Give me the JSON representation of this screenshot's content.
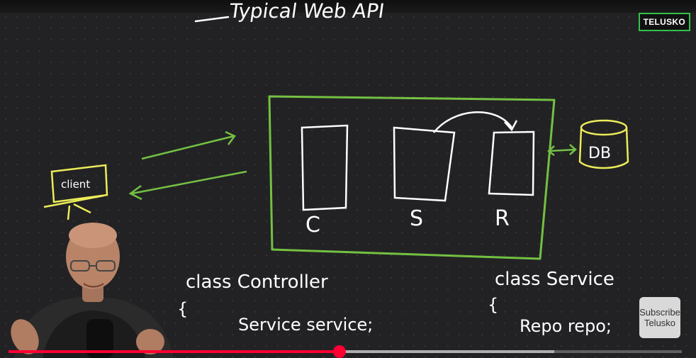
{
  "video": {
    "channel_logo": "TELUSKO",
    "subscribe": {
      "line1": "Subscribe",
      "line2": "Telusko"
    },
    "progress": {
      "played_fraction": 0.492,
      "buffered_fraction": 0.81
    }
  },
  "whiteboard": {
    "title": "Typical Web API",
    "client_label": "client",
    "layers": [
      "C",
      "S",
      "R"
    ],
    "db_label": "DB",
    "code_left": {
      "line1": "class Controller",
      "brace": "{",
      "line2": "Service service;"
    },
    "code_right": {
      "line1": "class Service",
      "brace": "{",
      "line2": "Repo repo;"
    }
  },
  "colors": {
    "board": "#222224",
    "ink_white": "#ffffff",
    "ink_green": "#74c043",
    "ink_yellow": "#ecec5a",
    "progress_red": "#ff0033",
    "logo_border": "#33c24a"
  },
  "icons": {
    "presenter": "presenter-avatar",
    "arrows": "arrow-icon"
  }
}
